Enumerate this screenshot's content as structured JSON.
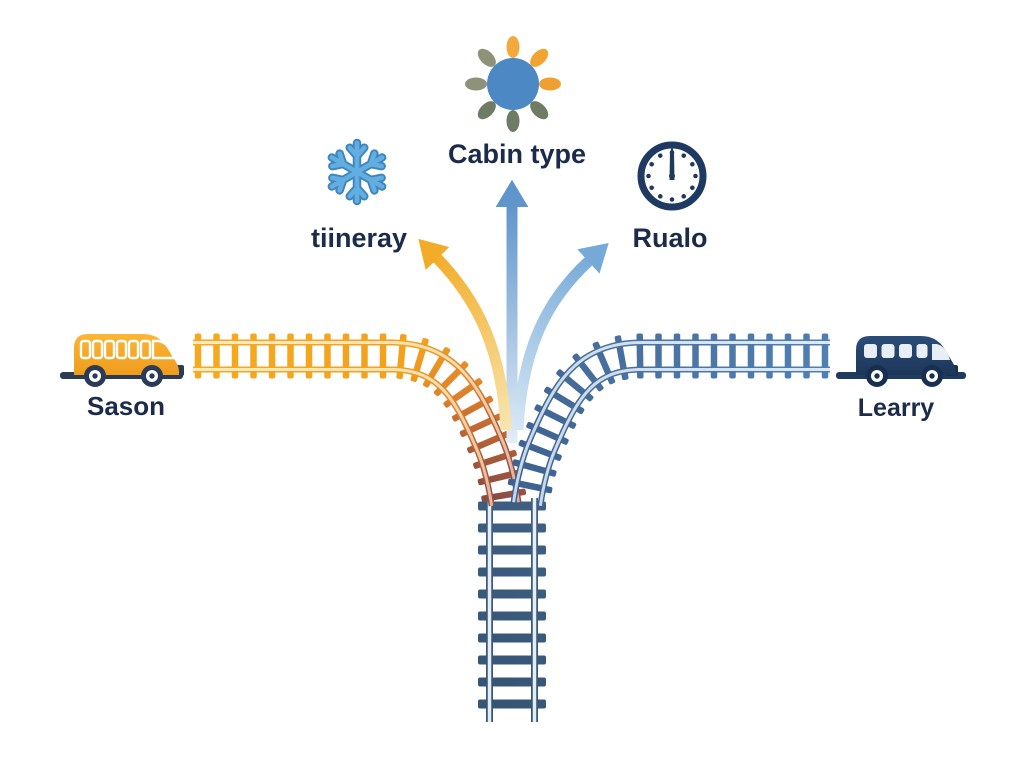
{
  "scene": {
    "type": "train-track-fork-illustration",
    "labels": {
      "top": "Cabin type",
      "left": "tiineray",
      "right": "Rualo",
      "left_train": "Sason",
      "right_train": "Learry"
    },
    "icons": {
      "top": "sun-icon",
      "left": "snowflake-icon",
      "right": "clock-icon"
    },
    "colors": {
      "text": "#1C2B4A",
      "left_track": "#F2A71F",
      "left_track_merge": "#8A4B45",
      "right_track": "#4F80B4",
      "main_track": "#3A5877",
      "left_arrow": "#F2AC28",
      "right_arrow": "#74A9D8",
      "up_arrow": "#6095CB",
      "left_train_body": "#F6A928",
      "right_train_body": "#23456E",
      "snowflake": "#58A6DC",
      "sun_center": "#4C88C3",
      "sun_ray_warm": "#F2A63B",
      "sun_ray_olive": "#6F7C64",
      "clock": "#1E3A60"
    }
  }
}
